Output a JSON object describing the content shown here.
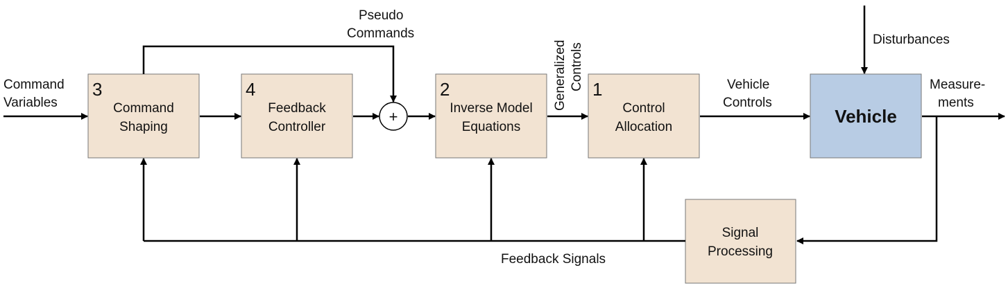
{
  "colors": {
    "block_fill": "#f2e3d2",
    "vehicle_fill": "#b8cce4",
    "line": "#000000"
  },
  "blocks": {
    "command_shaping": {
      "number": "3",
      "line1": "Command",
      "line2": "Shaping"
    },
    "feedback_controller": {
      "number": "4",
      "line1": "Feedback",
      "line2": "Controller"
    },
    "inverse_model": {
      "number": "2",
      "line1": "Inverse Model",
      "line2": "Equations"
    },
    "control_allocation": {
      "number": "1",
      "line1": "Control",
      "line2": "Allocation"
    },
    "vehicle": {
      "label": "Vehicle"
    },
    "signal_processing": {
      "line1": "Signal",
      "line2": "Processing"
    }
  },
  "summing_junction": {
    "symbol": "+"
  },
  "signals": {
    "command_variables": {
      "line1": "Command",
      "line2": "Variables"
    },
    "pseudo_commands": {
      "line1": "Pseudo",
      "line2": "Commands"
    },
    "generalized_controls": {
      "line1": "Generalized",
      "line2": "Controls"
    },
    "vehicle_controls": {
      "line1": "Vehicle",
      "line2": "Controls"
    },
    "disturbances": "Disturbances",
    "measurements": {
      "line1": "Measure-",
      "line2": "ments"
    },
    "feedback_signals": "Feedback Signals"
  }
}
